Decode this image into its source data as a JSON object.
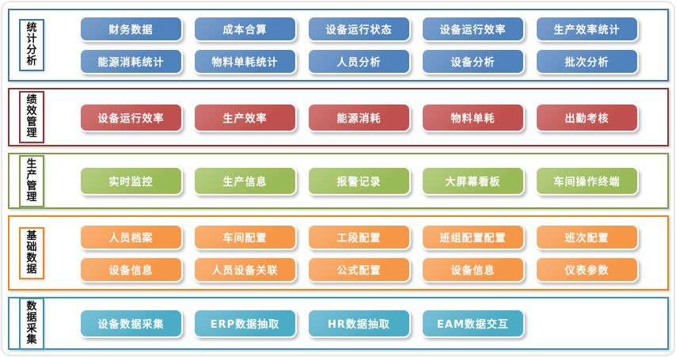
{
  "sections": [
    {
      "label": "统计分析",
      "colors": {
        "fill": "#4F81BD",
        "fill_light": "#79a0cd",
        "border": "#4273ab"
      },
      "rows": [
        [
          "财务数据",
          "成本合算",
          "设备运行状态",
          "设备运行效率",
          "生产效率统计"
        ],
        [
          "能源消耗统计",
          "物料单耗统计",
          "人员分析",
          "设备分析",
          "批次分析"
        ]
      ]
    },
    {
      "label": "绩效管理",
      "colors": {
        "fill": "#C0504D",
        "fill_light": "#cf7573",
        "border": "#8E3634"
      },
      "rows": [
        [
          "设备运行效率",
          "生产效率",
          "能源消耗",
          "物料单耗",
          "出勤考核"
        ]
      ]
    },
    {
      "label": "生产管理",
      "colors": {
        "fill": "#9BBB59",
        "fill_light": "#b4cd7f",
        "border": "#7E9A44"
      },
      "rows": [
        [
          "实时监控",
          "生产信息",
          "报警记录",
          "大屏幕看板",
          "车间操作终端"
        ]
      ]
    },
    {
      "label": "基础数据",
      "colors": {
        "fill": "#F79646",
        "fill_light": "#f9b175",
        "border": "#EC8517"
      },
      "rows": [
        [
          "人员档案",
          "车间配置",
          "工段配置",
          "班组配置配置",
          "班次配置"
        ],
        [
          "设备信息",
          "人员设备关联",
          "公式配置",
          "设备信息",
          "仪表参数"
        ]
      ]
    },
    {
      "label": "数据采集",
      "colors": {
        "fill": "#4BACC6",
        "fill_light": "#76c1d4",
        "border": "#3B93AB"
      },
      "rows": [
        [
          "设备数据采集",
          "ERP数据抽取",
          "HR数据抽取",
          "EAM数据交互"
        ]
      ]
    }
  ]
}
